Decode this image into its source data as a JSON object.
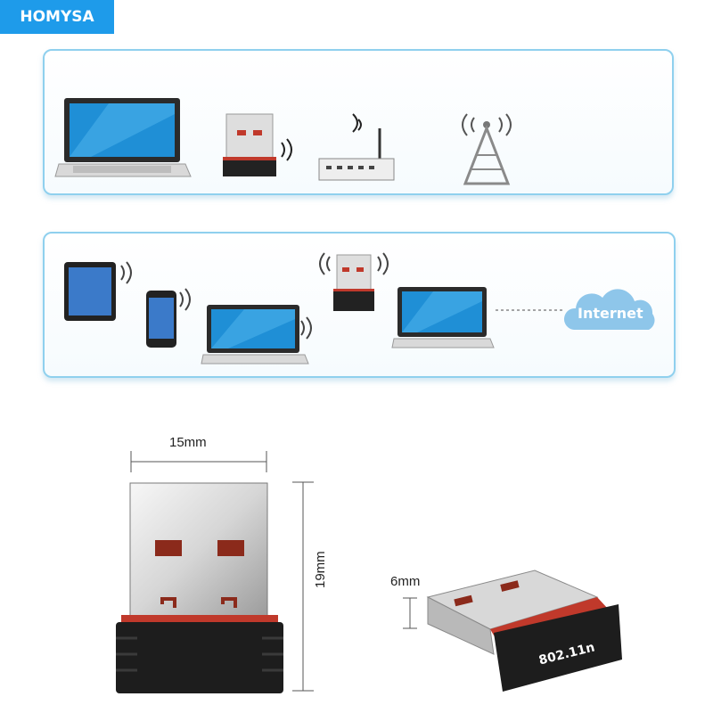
{
  "brand": {
    "logo_text": "HOMYSA",
    "color": "#1e9bea"
  },
  "panel1": {
    "icons": [
      "laptop-icon",
      "usb-adapter-icon",
      "router-icon",
      "signal-tower-icon"
    ]
  },
  "panel2": {
    "icons": [
      "tablet-icon",
      "smartphone-icon",
      "laptop-icon",
      "usb-adapter-icon",
      "laptop-icon",
      "cloud-icon"
    ],
    "cloud_label": "Internet"
  },
  "dimensions": {
    "width_label": "15mm",
    "height_label": "19mm",
    "depth_label": "6mm"
  },
  "product": {
    "standard_label": "802.11n"
  }
}
